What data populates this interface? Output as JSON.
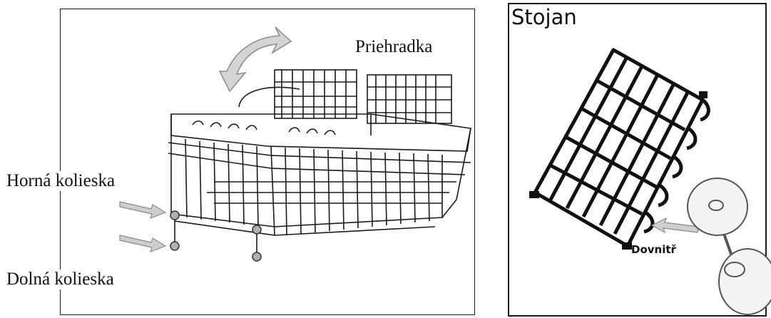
{
  "labels": {
    "compartment": "Priehradka",
    "upper_wheels": "Horná kolieska",
    "lower_wheels": "Dolná kolieska",
    "rack_title": "Stojan",
    "inward": "Dovnitř"
  },
  "icons": [
    "rotate-arrow-icon",
    "pointer-arrow-icon",
    "wine-glass-icon"
  ],
  "colors": {
    "line": "#1a1a1a",
    "arrow_fill": "#cfcfcf",
    "arrow_stroke": "#8a8a8a"
  }
}
